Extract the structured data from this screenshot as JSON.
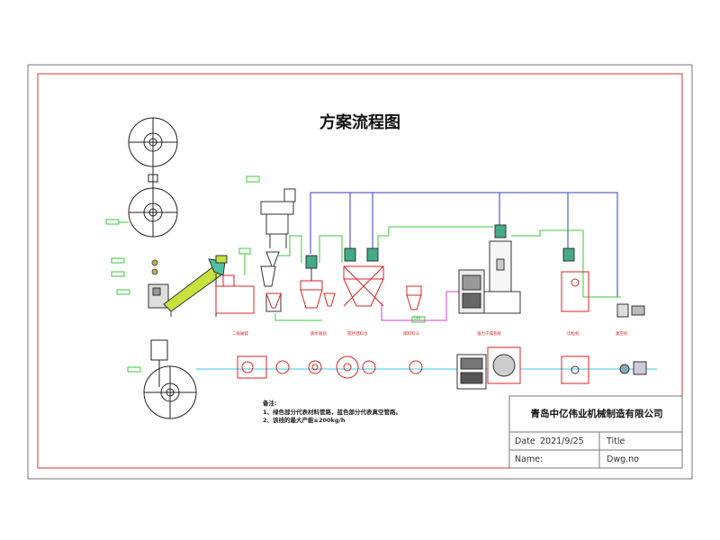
{
  "drawing": {
    "title": "方案流程图",
    "notes": {
      "heading": "备注:",
      "line1": "1、绿色部分代表材料管路，蓝色部分代表真空管路。",
      "line2": "2、该线的最大产能≤200kg/h"
    },
    "title_block": {
      "company": "青岛中亿伟业机械制造有限公司",
      "date_label": "Date",
      "date_value": "2021/9/25",
      "title_label": "Title",
      "name_label": "Name:",
      "dwg_label": "Dwg.no"
    },
    "equipment_labels": {
      "crusher": "二级破碎",
      "dryer": "脱水脱盐",
      "mixer": "搅拌混料仓",
      "silo": "储料料斗",
      "extruder": "强力干燥系统",
      "granulator": "切粒机",
      "packer": "真空机"
    },
    "pipe_label": "5m",
    "colors": {
      "frame": "#e23030",
      "vacuum_pipe": "#3838c8",
      "material_pipe": "#3ec83e",
      "magenta_pipe": "#d040d0",
      "cyan_line": "#38c8e8",
      "equipment": "#222222"
    }
  }
}
